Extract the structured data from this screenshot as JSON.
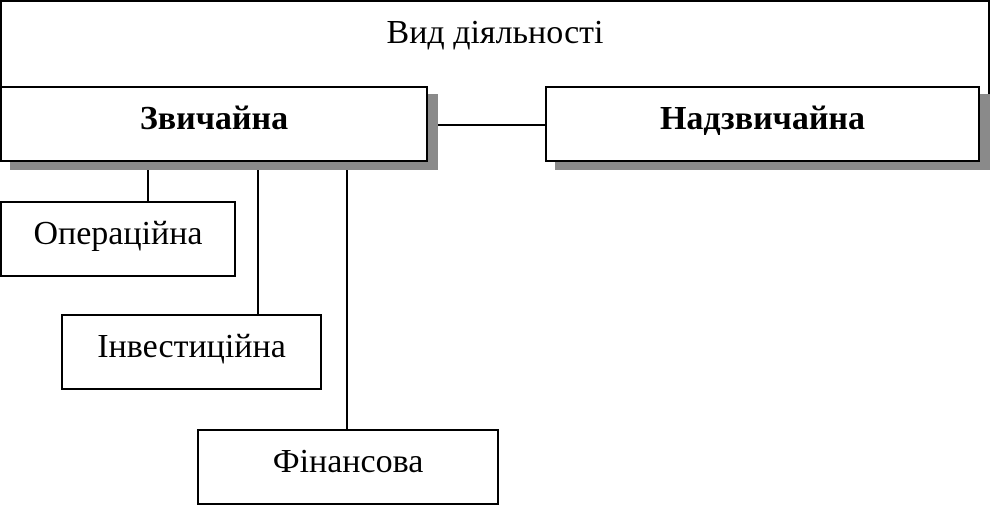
{
  "diagram": {
    "title": "Вид діяльності",
    "primary": [
      "Звичайна",
      "Надзвичайна"
    ],
    "subtypes": [
      "Операційна",
      "Інвестиційна",
      "Фінансова"
    ]
  }
}
